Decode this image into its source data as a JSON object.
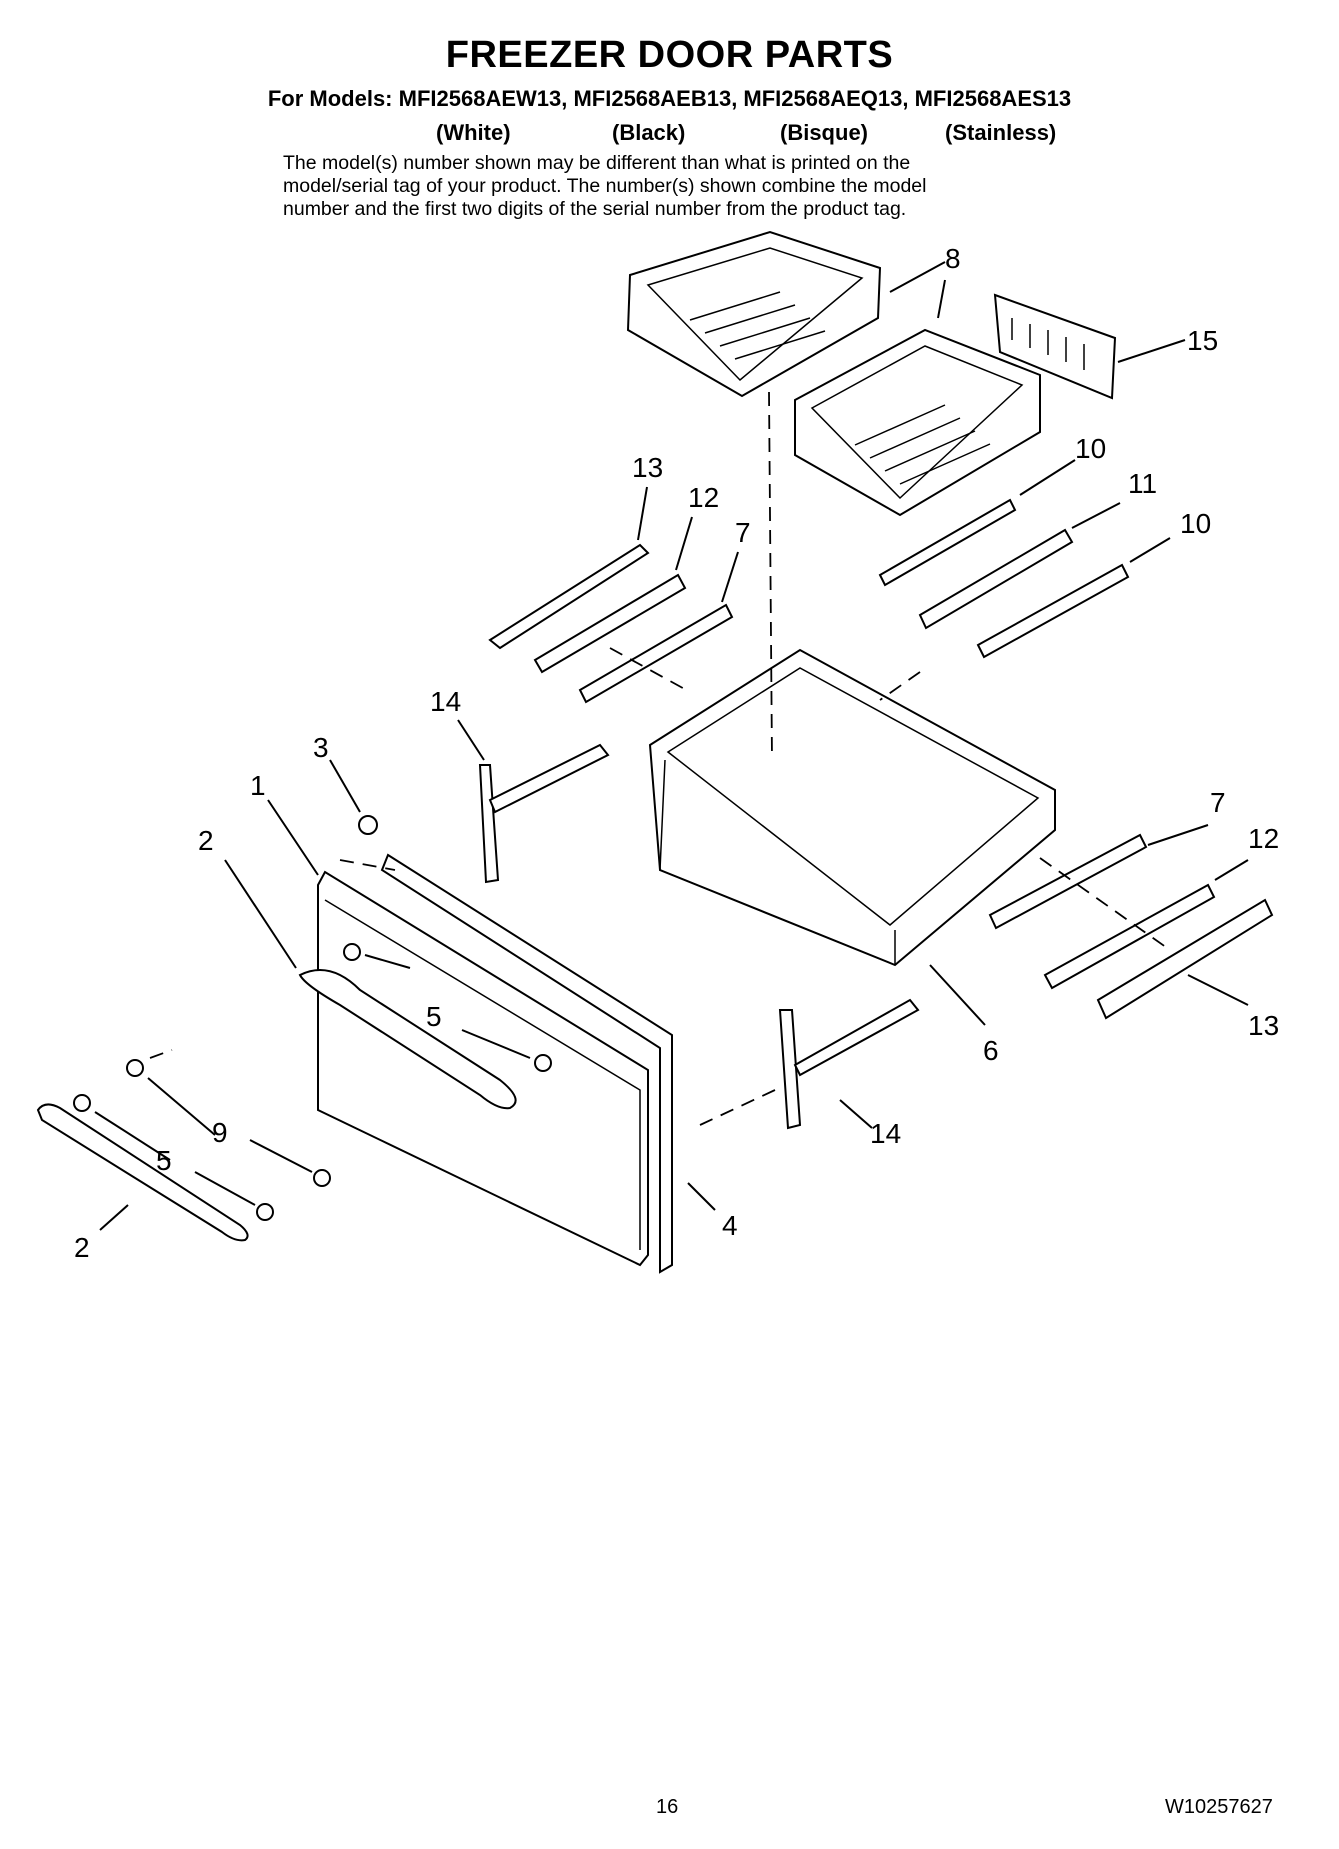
{
  "header": {
    "title": "FREEZER DOOR PARTS",
    "models_line": "For Models: MFI2568AEW13, MFI2568AEB13, MFI2568AEQ13, MFI2568AES13",
    "colors": [
      "(White)",
      "(Black)",
      "(Bisque)",
      "(Stainless)"
    ]
  },
  "note": {
    "line1": "The model(s) number shown may be different than what is printed on the",
    "line2": "model/serial tag of your product. The number(s) shown combine the model",
    "line3": "number and the first two digits of the serial number from the product tag."
  },
  "callouts": {
    "c1": "1",
    "c2a": "2",
    "c2b": "2",
    "c3": "3",
    "c4": "4",
    "c5a": "5",
    "c5b": "5",
    "c6": "6",
    "c7a": "7",
    "c7b": "7",
    "c8": "8",
    "c9": "9",
    "c10a": "10",
    "c10b": "10",
    "c11": "11",
    "c12a": "12",
    "c12b": "12",
    "c13a": "13",
    "c13b": "13",
    "c14a": "14",
    "c14b": "14",
    "c15": "15"
  },
  "footer": {
    "page_number": "16",
    "document_number": "W10257627"
  }
}
